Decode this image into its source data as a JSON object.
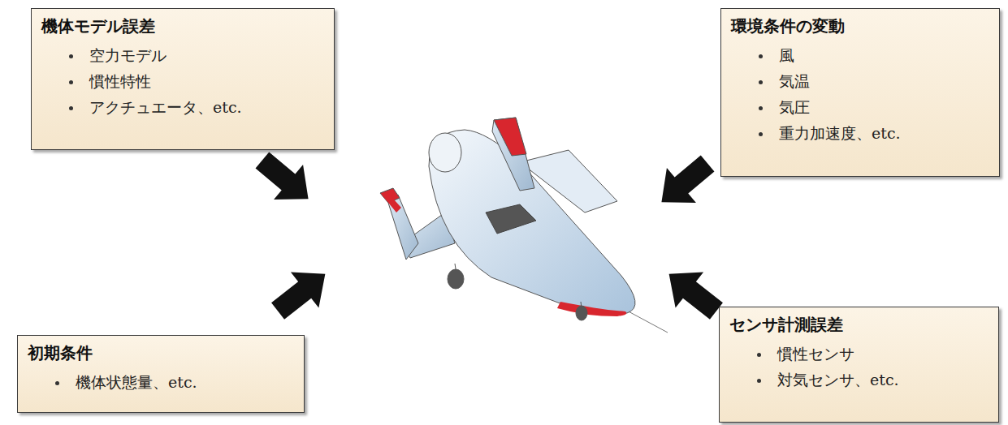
{
  "diagram": {
    "nodes": [
      {
        "text": [
          "機体モデル誤差",
          "空力モデル",
          "慣性特性",
          "アクチュエータ、etc."
        ]
      },
      {
        "text": [
          "環境条件の変動",
          "風",
          "気温",
          "気圧",
          "重力加速度、etc."
        ]
      },
      {
        "text": [
          "初期条件",
          "機体状態量、etc."
        ]
      },
      {
        "text": [
          "センサ計測誤差",
          "慣性センサ",
          "対気センサ、etc."
        ]
      }
    ]
  }
}
